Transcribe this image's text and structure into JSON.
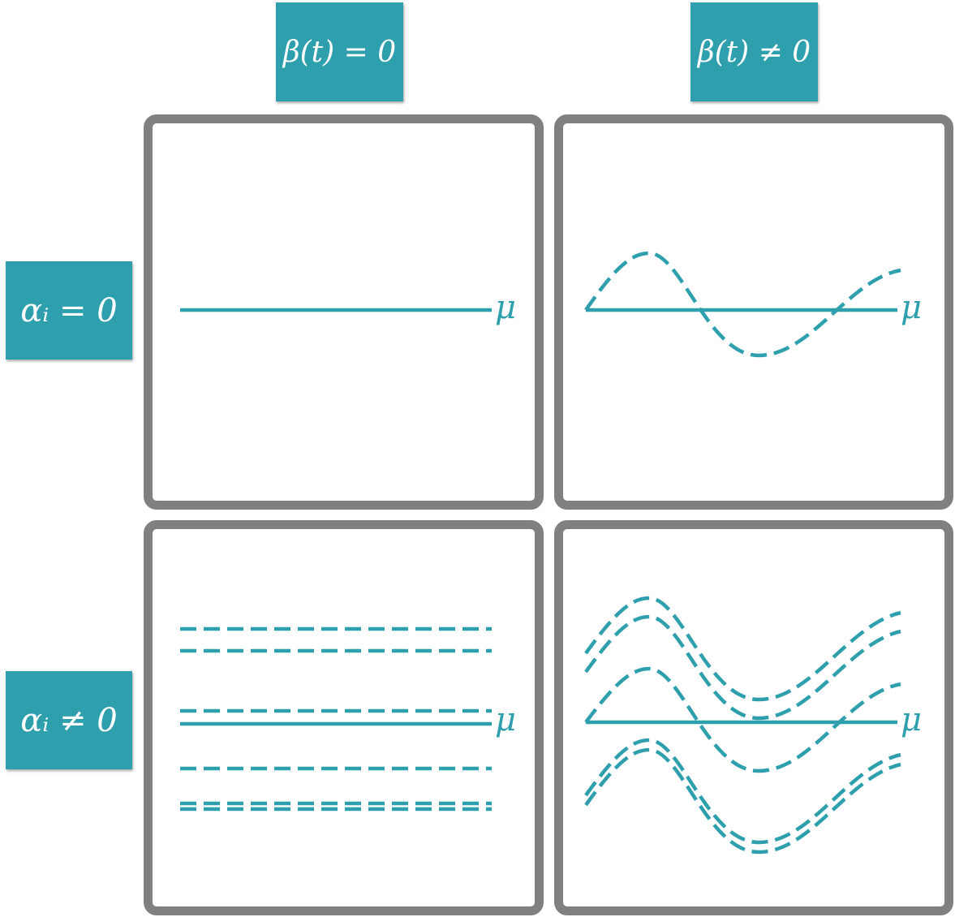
{
  "columns": [
    {
      "label": "β(t) = 0"
    },
    {
      "label": "β(t) ≠ 0"
    }
  ],
  "rows": [
    {
      "label": "αᵢ = 0"
    },
    {
      "label": "αᵢ ≠ 0"
    }
  ],
  "mean_label": "μ",
  "colors": {
    "accent": "#2e9fad",
    "panel_border": "#808080",
    "background": "#ffffff"
  }
}
